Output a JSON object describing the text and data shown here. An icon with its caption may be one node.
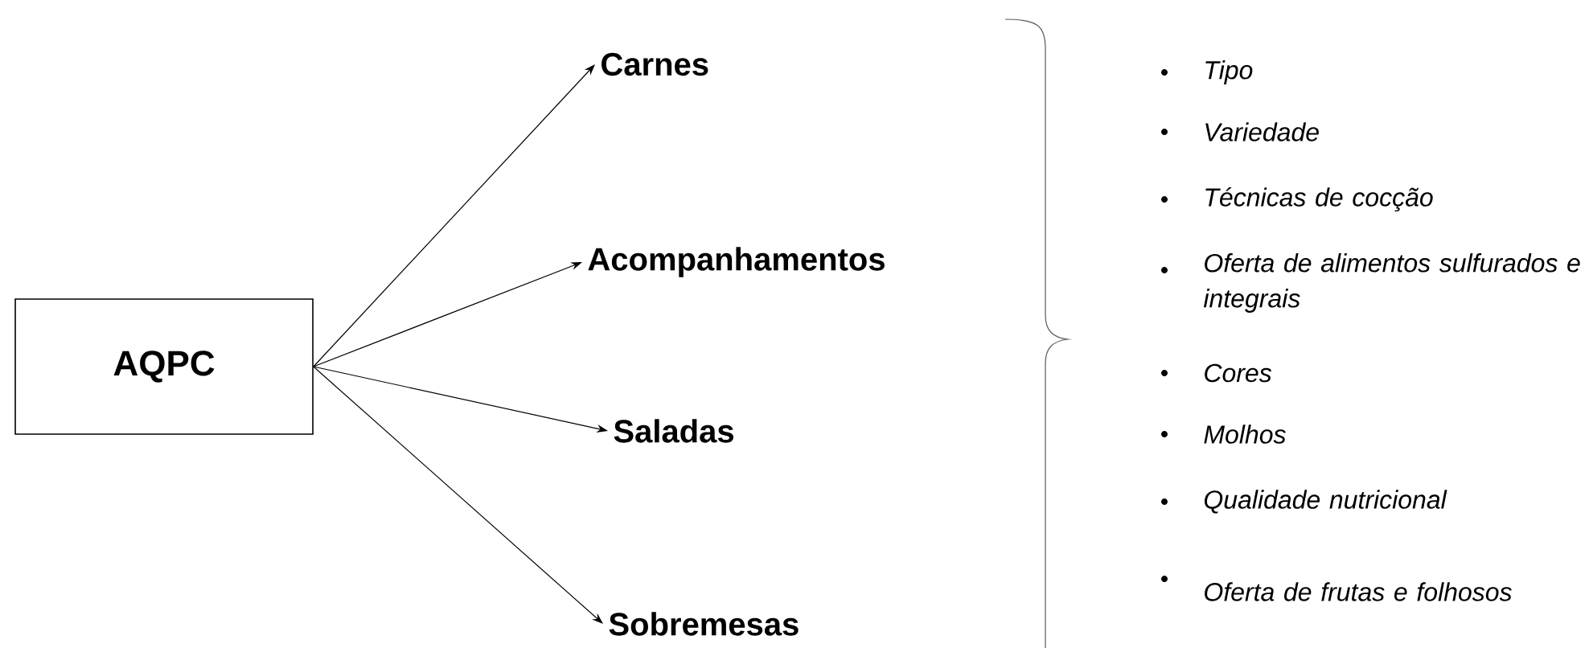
{
  "diagram": {
    "nodes": [
      {
        "text": [
          "AQPC"
        ]
      },
      {
        "text": [
          "Carnes"
        ]
      },
      {
        "text": [
          "Acompanhamentos"
        ]
      },
      {
        "text": [
          "Saladas"
        ]
      },
      {
        "text": [
          "Sobremesas"
        ]
      }
    ],
    "edges": [
      {
        "from": 0,
        "to": 1,
        "arrow": "to"
      },
      {
        "from": 0,
        "to": 2,
        "arrow": "to"
      },
      {
        "from": 0,
        "to": 3,
        "arrow": "to"
      },
      {
        "from": 0,
        "to": 4,
        "arrow": "to"
      }
    ],
    "labels": [
      "Tipo",
      "Variedade",
      "Técnicas de cocção",
      "Oferta de alimentos sulfurados e integrais",
      "Cores",
      "Molhos",
      "Qualidade nutricional",
      "Oferta de frutas e folhosos"
    ]
  }
}
